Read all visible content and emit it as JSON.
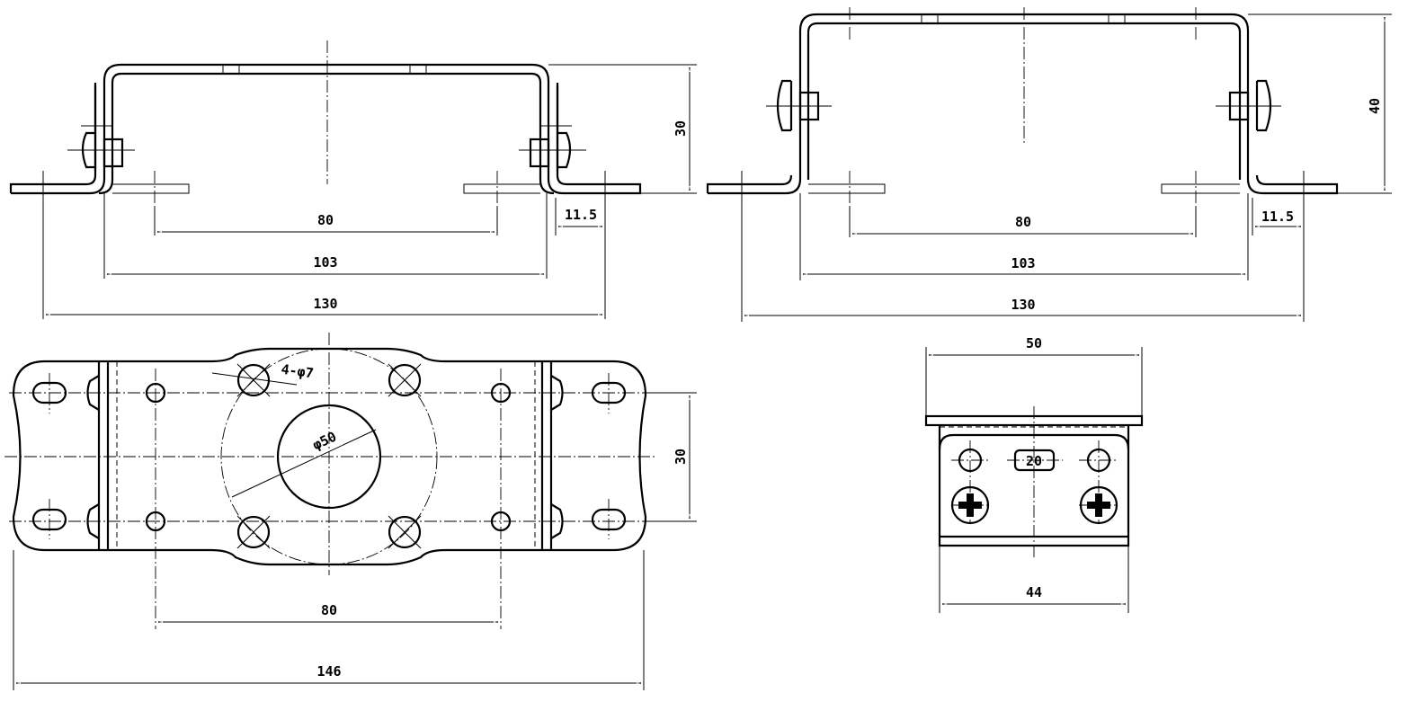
{
  "front_view_left": {
    "height": "30",
    "hole_spacing": "80",
    "inner_width": "103",
    "overall_width": "130",
    "flange": "11.5"
  },
  "front_view_right": {
    "height": "40",
    "hole_spacing": "80",
    "inner_width": "103",
    "overall_width": "130",
    "flange": "11.5"
  },
  "top_view": {
    "holes_label": "4-φ7",
    "bore_label": "φ50",
    "slot_spacing": "30",
    "hole_spacing": "80",
    "overall_length": "146"
  },
  "side_view": {
    "top_width": "50",
    "plate_label": "20",
    "bottom_width": "44"
  }
}
